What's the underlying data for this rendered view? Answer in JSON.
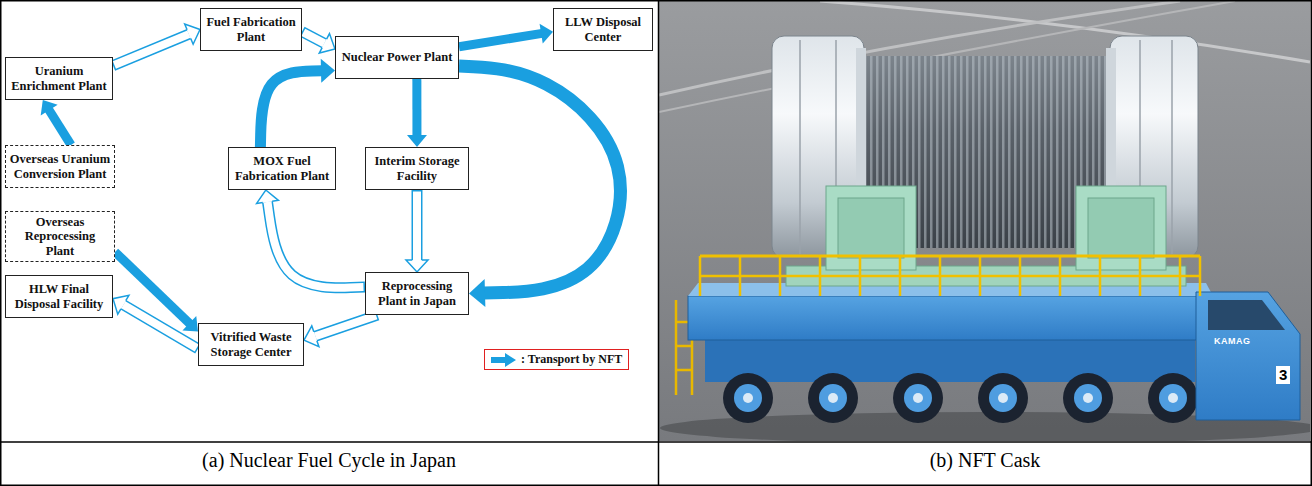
{
  "diagram": {
    "nodes": [
      {
        "text": [
          "Fuel Fabrication Plant"
        ]
      },
      {
        "text": [
          "LLW Disposal Center"
        ]
      },
      {
        "text": [
          "Uranium Enrichment Plant"
        ]
      },
      {
        "text": [
          "Nuclear Power Plant"
        ]
      },
      {
        "text": [
          "Overseas Uranium Conversion Plant"
        ]
      },
      {
        "text": [
          "MOX Fuel Fabrication Plant"
        ]
      },
      {
        "text": [
          "Interim Storage Facility"
        ]
      },
      {
        "text": [
          "Overseas Reprocessing Plant"
        ]
      },
      {
        "text": [
          "HLW Final Disposal Facility"
        ]
      },
      {
        "text": [
          "Reprocessing Plant in Japan"
        ]
      },
      {
        "text": [
          "Vitrified Waste Storage Center"
        ]
      }
    ],
    "edges": [
      {
        "from": 4,
        "to": 2,
        "arrow": "to"
      },
      {
        "from": 2,
        "to": 0,
        "arrow": "to"
      },
      {
        "from": 0,
        "to": 3,
        "arrow": "to"
      },
      {
        "from": 3,
        "to": 1,
        "arrow": "to"
      },
      {
        "from": 3,
        "to": 6,
        "arrow": "to"
      },
      {
        "from": 3,
        "to": 9,
        "arrow": "to"
      },
      {
        "from": 5,
        "to": 3,
        "arrow": "to"
      },
      {
        "from": 6,
        "to": 9,
        "arrow": "to"
      },
      {
        "from": 9,
        "to": 5,
        "arrow": "to"
      },
      {
        "from": 9,
        "to": 10,
        "arrow": "to"
      },
      {
        "from": 7,
        "to": 10,
        "arrow": "to"
      },
      {
        "from": 10,
        "to": 8,
        "arrow": "to"
      }
    ],
    "labels": [
      "(a) Nuclear Fuel Cycle in Japan",
      "(b) NFT Cask",
      "KAMAG",
      "3"
    ],
    "legend": [
      {
        "text": ": Transport by NFT",
        "color": "#1a9fe0"
      }
    ]
  }
}
